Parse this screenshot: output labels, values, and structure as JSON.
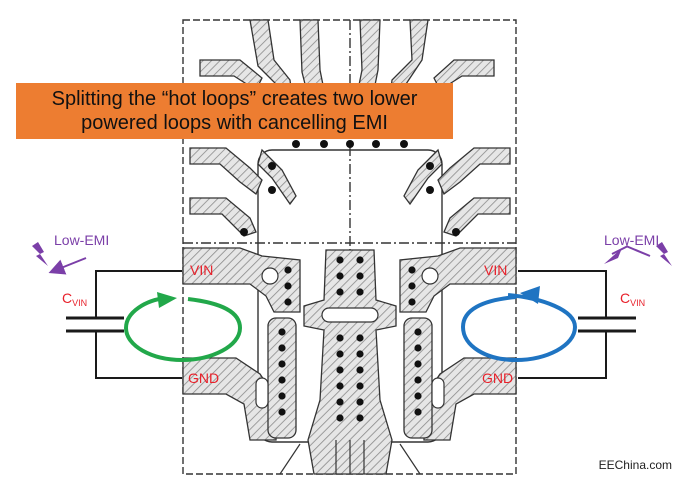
{
  "banner": {
    "line1": "Splitting the “hot loops” creates two lower",
    "line2": "powered loops with cancelling EMI"
  },
  "left": {
    "emi_label": "Low-EMI",
    "vin_label": "VIN",
    "gnd_label": "GND",
    "cap_main": "C",
    "cap_sub": "VIN"
  },
  "right": {
    "emi_label": "Low-EMI",
    "vin_label": "VIN",
    "gnd_label": "GND",
    "cap_main": "C",
    "cap_sub": "VIN"
  },
  "credit": "EEChina.com",
  "colors": {
    "banner": "#ed7d31",
    "pin_text": "#e8202a",
    "emi": "#7b3fa8",
    "loop_left": "#22a84a",
    "loop_right": "#1f74c2",
    "line": "#1a1a1a"
  }
}
